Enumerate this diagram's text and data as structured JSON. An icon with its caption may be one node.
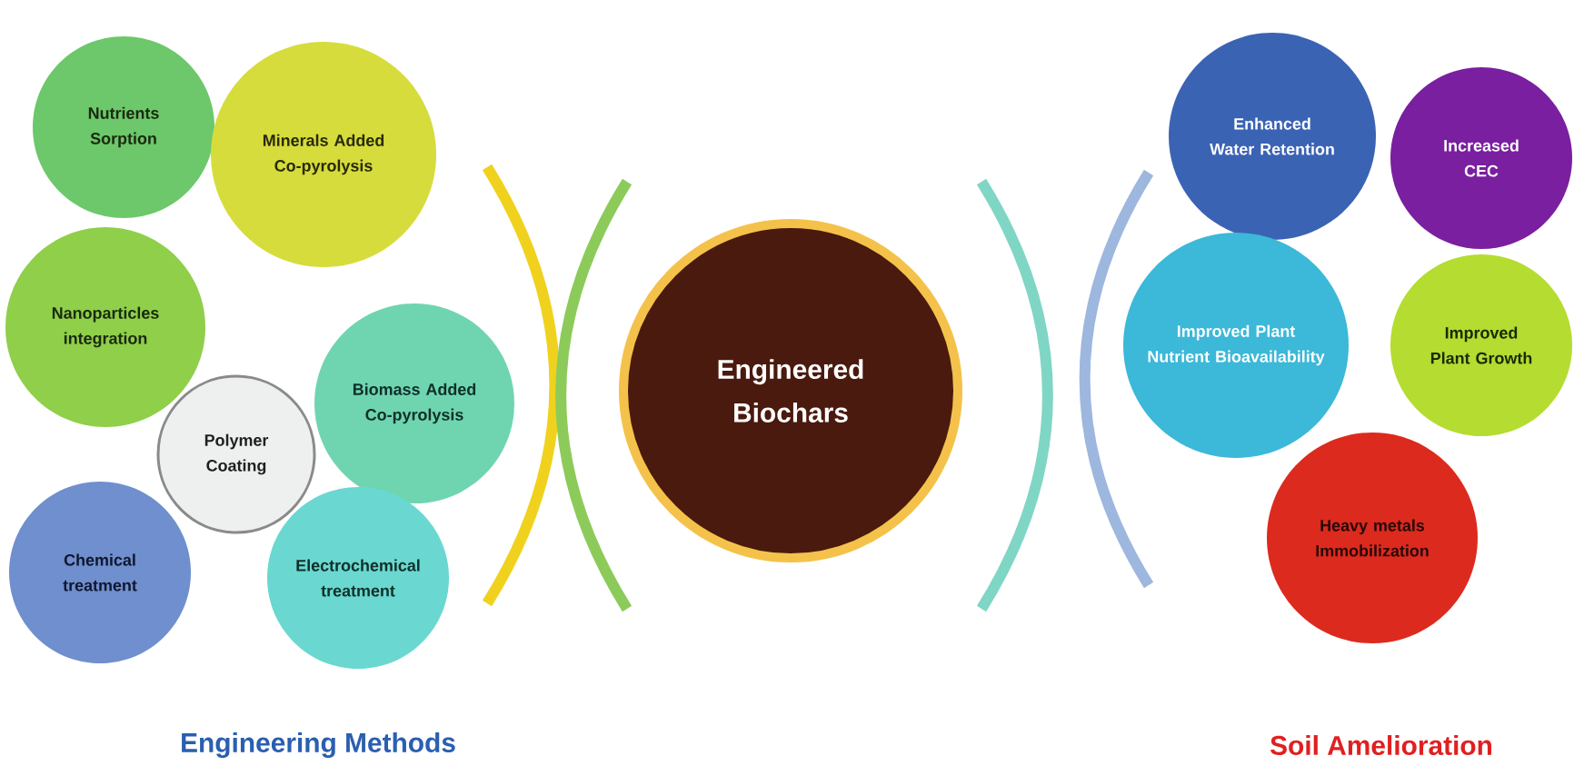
{
  "diagram": {
    "nodes": [
      {
        "text": [
          "Nutrients Sorption"
        ]
      },
      {
        "text": [
          "Minerals Added Co-pyrolysis"
        ]
      },
      {
        "text": [
          "Nanoparticles integration"
        ]
      },
      {
        "text": [
          "Biomass Added Co-pyrolysis"
        ]
      },
      {
        "text": [
          "Polymer Coating"
        ]
      },
      {
        "text": [
          "Chemical treatment"
        ]
      },
      {
        "text": [
          "Electrochemical treatment"
        ]
      },
      {
        "text": [
          "Engineered Biochars"
        ]
      },
      {
        "text": [
          "Enhanced Water Retention"
        ]
      },
      {
        "text": [
          "Increased CEC"
        ]
      },
      {
        "text": [
          "Improved Plant Nutrient Bioavailability"
        ]
      },
      {
        "text": [
          "Improved Plant Growth"
        ]
      },
      {
        "text": [
          "Heavy metals Immobilization"
        ]
      }
    ],
    "labels": [
      "Engineering Methods",
      "Soil Amelioration"
    ]
  }
}
